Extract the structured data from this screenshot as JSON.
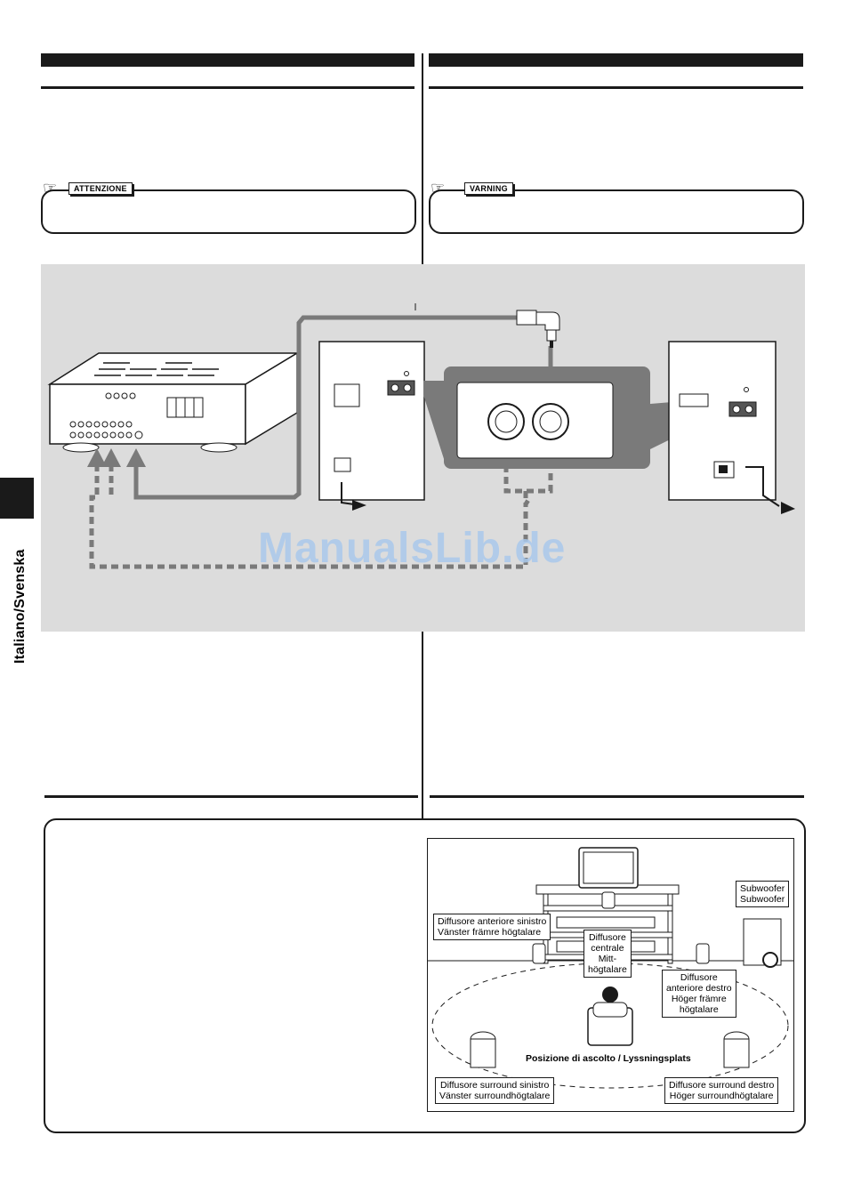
{
  "side_tab": {
    "language_label": "Italiano/Svenska"
  },
  "left_column": {
    "caution": {
      "tag_label": "ATTENZIONE",
      "icon": "pointing-hand-icon"
    }
  },
  "right_column": {
    "caution": {
      "tag_label": "VARNING",
      "icon": "pointing-hand-icon"
    }
  },
  "connection_diagram": {
    "watermark": "ManualsLib.de"
  },
  "speaker_layout": {
    "subwoofer": [
      "Subwoofer",
      "Subwoofer"
    ],
    "front_left": [
      "Diffusore anteriore sinistro",
      "Vänster främre högtalare"
    ],
    "center": [
      "Diffusore",
      "centrale",
      "Mitt-",
      "högtalare"
    ],
    "front_right": [
      "Diffusore",
      "anteriore destro",
      "Höger främre",
      "högtalare"
    ],
    "listening_position": "Posizione di ascolto / Lyssningsplats",
    "surround_left": [
      "Diffusore surround sinistro",
      "Vänster surroundhögtalare"
    ],
    "surround_right": [
      "Diffusore surround destro",
      "Höger surroundhögtalare"
    ]
  },
  "colors": {
    "ink": "#1a1a1a",
    "panel_gray": "#dcdcdc",
    "cable_gray": "#7a7a7a",
    "watermark": "#aac9ec"
  }
}
